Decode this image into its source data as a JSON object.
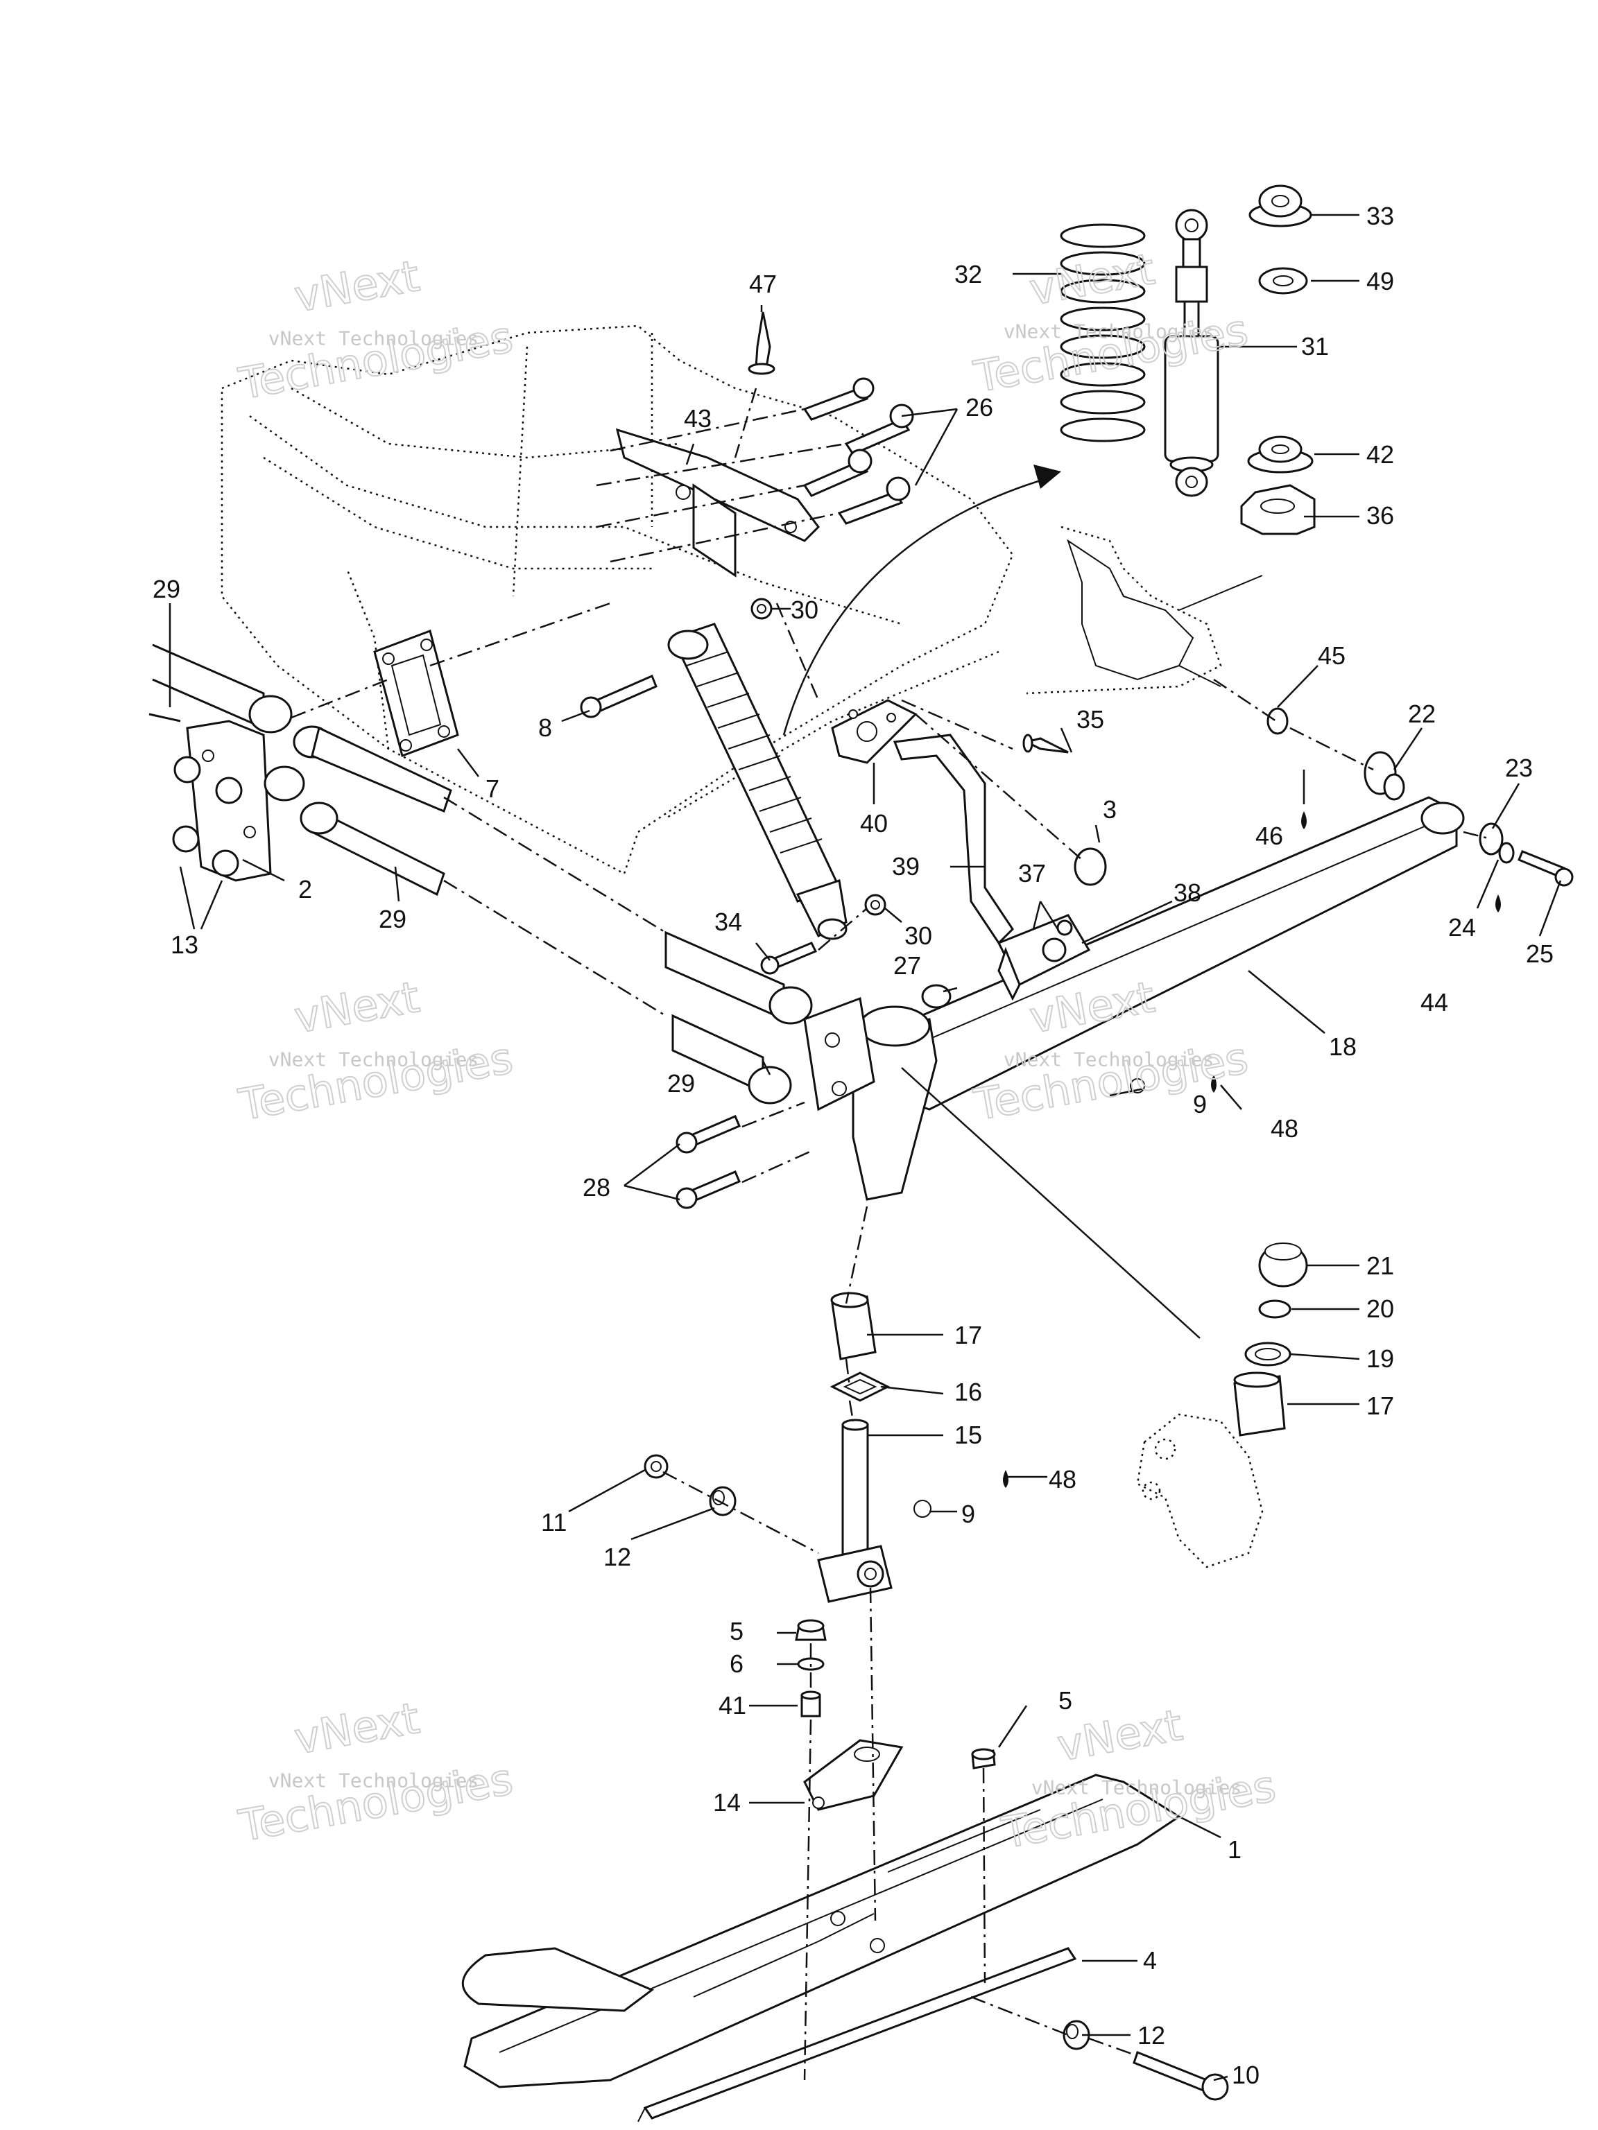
{
  "watermark": {
    "line1": "vNext",
    "line2": "vNext Technologies",
    "line3": "Technologies"
  },
  "callouts": [
    "1",
    "2",
    "3",
    "4",
    "5",
    "5",
    "6",
    "7",
    "8",
    "9",
    "9",
    "10",
    "11",
    "12",
    "12",
    "13",
    "14",
    "15",
    "16",
    "17",
    "17",
    "18",
    "19",
    "20",
    "21",
    "22",
    "23",
    "24",
    "25",
    "26",
    "27",
    "28",
    "29",
    "29",
    "29",
    "30",
    "30",
    "31",
    "32",
    "33",
    "34",
    "35",
    "36",
    "37",
    "38",
    "39",
    "40",
    "41",
    "42",
    "43",
    "44",
    "45",
    "46",
    "47",
    "48",
    "48",
    "49"
  ]
}
